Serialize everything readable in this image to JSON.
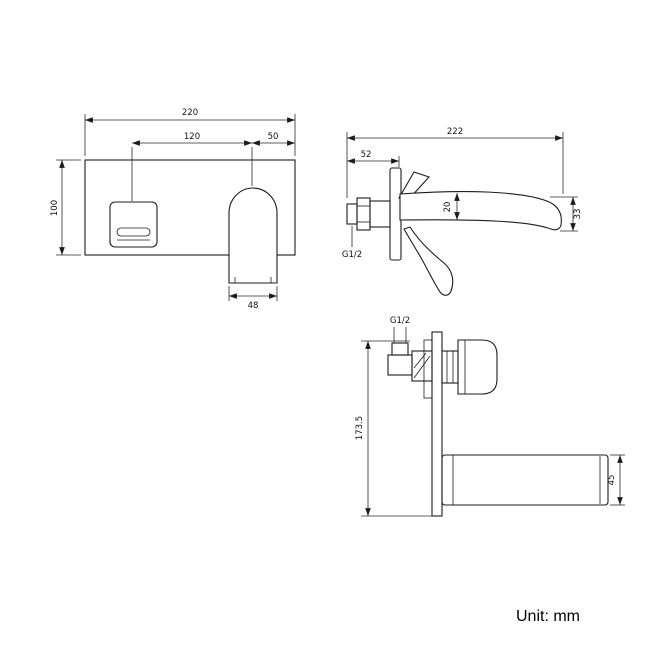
{
  "drawing": {
    "unit_note": "Unit: mm",
    "front_view": {
      "total_width": "220",
      "handle_to_spout": "120",
      "spout_to_edge": "50",
      "plate_height": "100",
      "spout_width": "48"
    },
    "side_view": {
      "total_length": "222",
      "inlet_depth": "52",
      "spout_thickness": "20",
      "outlet_height": "33",
      "thread": "G1/2"
    },
    "body_view": {
      "total_height": "173.5",
      "spout_diameter": "45",
      "thread": "G1/2"
    }
  }
}
